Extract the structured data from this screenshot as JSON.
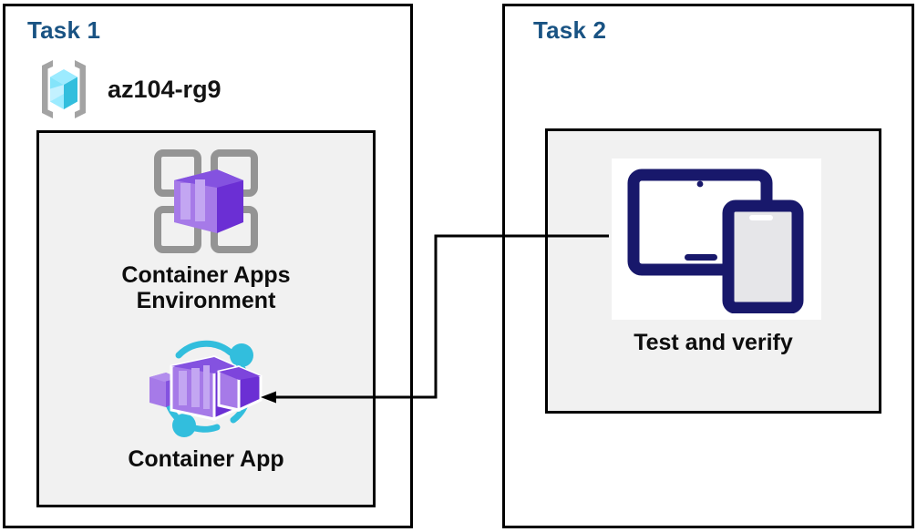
{
  "diagram": {
    "title_color": "#195383",
    "text_color": "#0d0d0d",
    "panel_border_color": "#000000",
    "grey_fill": "#f1f1f1",
    "accent_purple": "#6b2fd4",
    "accent_cyan": "#32bedd",
    "accent_navy": "#18186b",
    "grey_icon": "#949494"
  },
  "task1": {
    "title": "Task 1",
    "resource_group": {
      "label": "az104-rg9",
      "icon": "resource-group-icon"
    },
    "resources": [
      {
        "label": "Container Apps\nEnvironment",
        "icon": "container-apps-environment-icon"
      },
      {
        "label": "Container App",
        "icon": "container-app-icon"
      }
    ]
  },
  "task2": {
    "title": "Task 2",
    "resources": [
      {
        "label": "Test and verify",
        "icon": "test-and-verify-icon"
      }
    ]
  },
  "connector": {
    "name": "test-and-verify-to-container-app-arrow",
    "from": "Test and verify",
    "to": "Container App",
    "direction": "right-to-left",
    "arrowhead": "left"
  }
}
